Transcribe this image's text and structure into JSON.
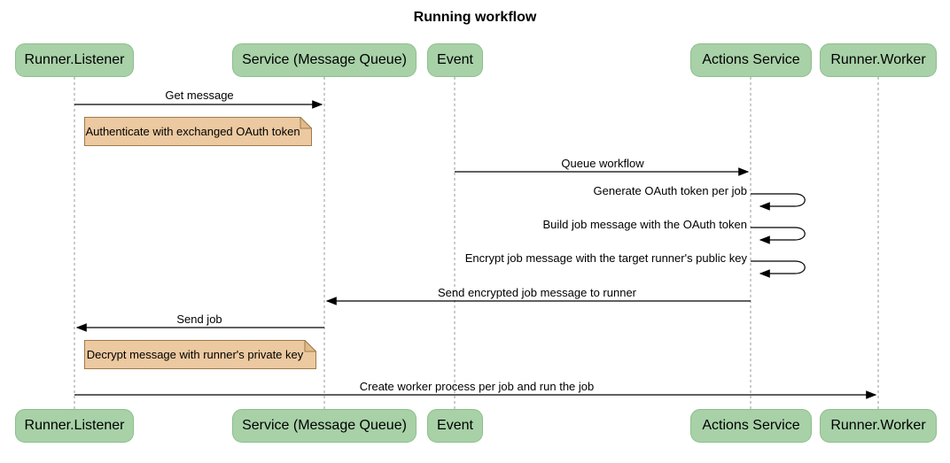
{
  "title": "Running workflow",
  "colors": {
    "actor_fill": "#a8d1a8",
    "actor_border": "#8cbf8c",
    "note_fill": "#ecc9a0",
    "note_border": "#9e7b49",
    "note_fold": "#e2bb8d",
    "line": "#000000",
    "lifeline": "#999999"
  },
  "actors": [
    {
      "label": "Runner.Listener"
    },
    {
      "label": "Service (Message Queue)"
    },
    {
      "label": "Event"
    },
    {
      "label": "Actions Service"
    },
    {
      "label": "Runner.Worker"
    }
  ],
  "messages": [
    {
      "from": "Runner.Listener",
      "to": "Service (Message Queue)",
      "label": "Get message"
    },
    {
      "from": "Event",
      "to": "Actions Service",
      "label": "Queue workflow"
    },
    {
      "from": "Actions Service",
      "to": "Actions Service",
      "label": "Generate OAuth token per job"
    },
    {
      "from": "Actions Service",
      "to": "Actions Service",
      "label": "Build job message with the OAuth token"
    },
    {
      "from": "Actions Service",
      "to": "Actions Service",
      "label": "Encrypt job message with the target runner's public key"
    },
    {
      "from": "Actions Service",
      "to": "Service (Message Queue)",
      "label": "Send encrypted job message to runner"
    },
    {
      "from": "Service (Message Queue)",
      "to": "Runner.Listener",
      "label": "Send job"
    },
    {
      "from": "Runner.Listener",
      "to": "Runner.Worker",
      "label": "Create worker process per job and run the job"
    }
  ],
  "notes": [
    {
      "anchor": "Runner.Listener",
      "label": "Authenticate with exchanged OAuth token"
    },
    {
      "anchor": "Runner.Listener",
      "label": "Decrypt message with runner's private key"
    }
  ]
}
